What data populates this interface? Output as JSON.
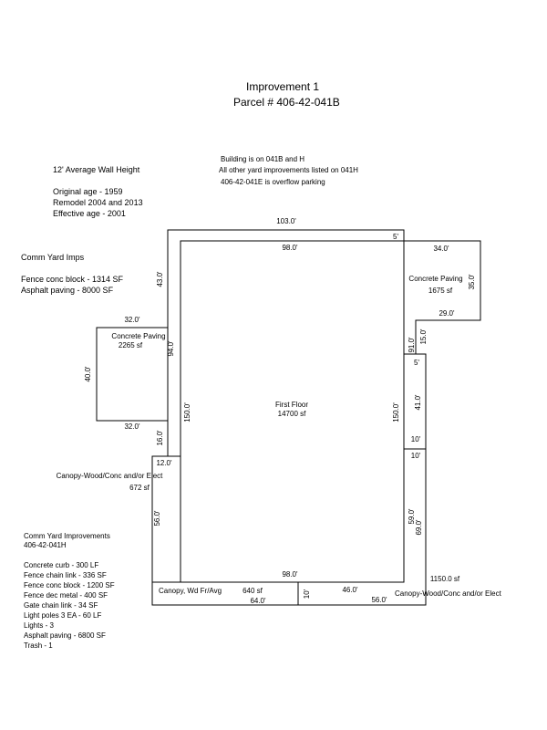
{
  "header": {
    "title": "Improvement 1",
    "parcel": "Parcel # 406-42-041B"
  },
  "notes": [
    "Building is on 041B and H",
    "All other yard improvements listed on 041H",
    "406-42-041E is overflow parking"
  ],
  "building_info": {
    "wall_height": "12' Average Wall Height",
    "original_age": "Original age - 1959",
    "remodel": "Remodel 2004 and 2013",
    "effective_age": "Effective age - 2001"
  },
  "comm_yard_imps": {
    "heading": "Comm Yard Imps",
    "items": [
      "Fence conc block - 1314 SF",
      "Asphalt paving - 8000 SF"
    ]
  },
  "comm_yard_improvements": {
    "heading": "Comm Yard Improvements",
    "parcel": "406-42-041H",
    "items": [
      "Concrete curb - 300 LF",
      "Fence chain link - 336 SF",
      "Fence conc block - 1200 SF",
      "Fence dec metal - 400 SF",
      "Gate chain link - 34 SF",
      "Light poles 3 EA - 60 LF",
      "Lights - 3",
      "Asphalt paving - 6800 SF",
      "Trash - 1"
    ]
  },
  "areas": {
    "first_floor": {
      "label": "First Floor",
      "size": "14700 sf"
    },
    "paving_left": {
      "label": "Concrete Paving",
      "size": "2265 sf"
    },
    "paving_right": {
      "label": "Concrete Paving",
      "size": "1675 sf"
    },
    "canopy_left": {
      "label": "Canopy-Wood/Conc and/or Elect",
      "size": "672 sf"
    },
    "canopy_bottom": {
      "label": "Canopy, Wd Fr/Avg",
      "size": "640 sf"
    },
    "canopy_right": {
      "label": "Canopy-Wood/Conc and/or Elect",
      "size": "1150.0 sf"
    }
  },
  "dimensions": {
    "outer_top": "103.0'",
    "floor_top": "98.0'",
    "floor_bottom": "98.0'",
    "top_right_5": "5'",
    "left_43": "43.0'",
    "paving_left_top": "32.0'",
    "paving_left_bottom": "32.0'",
    "paving_left_side": "40.0'",
    "left_94": "94.0'",
    "floor_left_150": "150.0'",
    "floor_right_150": "150.0'",
    "left_16": "16.0'",
    "left_12": "12.0'",
    "left_56": "56.0'",
    "paving_right_top": "34.0'",
    "paving_right_side": "35.0'",
    "paving_right_bottom": "29.0'",
    "right_15": "15.0'",
    "right_91": "91.0'",
    "right_5": "5'",
    "right_41": "41.0'",
    "right_10a": "10'",
    "right_10b": "10'",
    "right_59": "59.0'",
    "right_69": "69.0'",
    "bottom_64": "64.0'",
    "bottom_10": "10'",
    "bottom_46": "46.0'",
    "bottom_56": "56.0'"
  }
}
